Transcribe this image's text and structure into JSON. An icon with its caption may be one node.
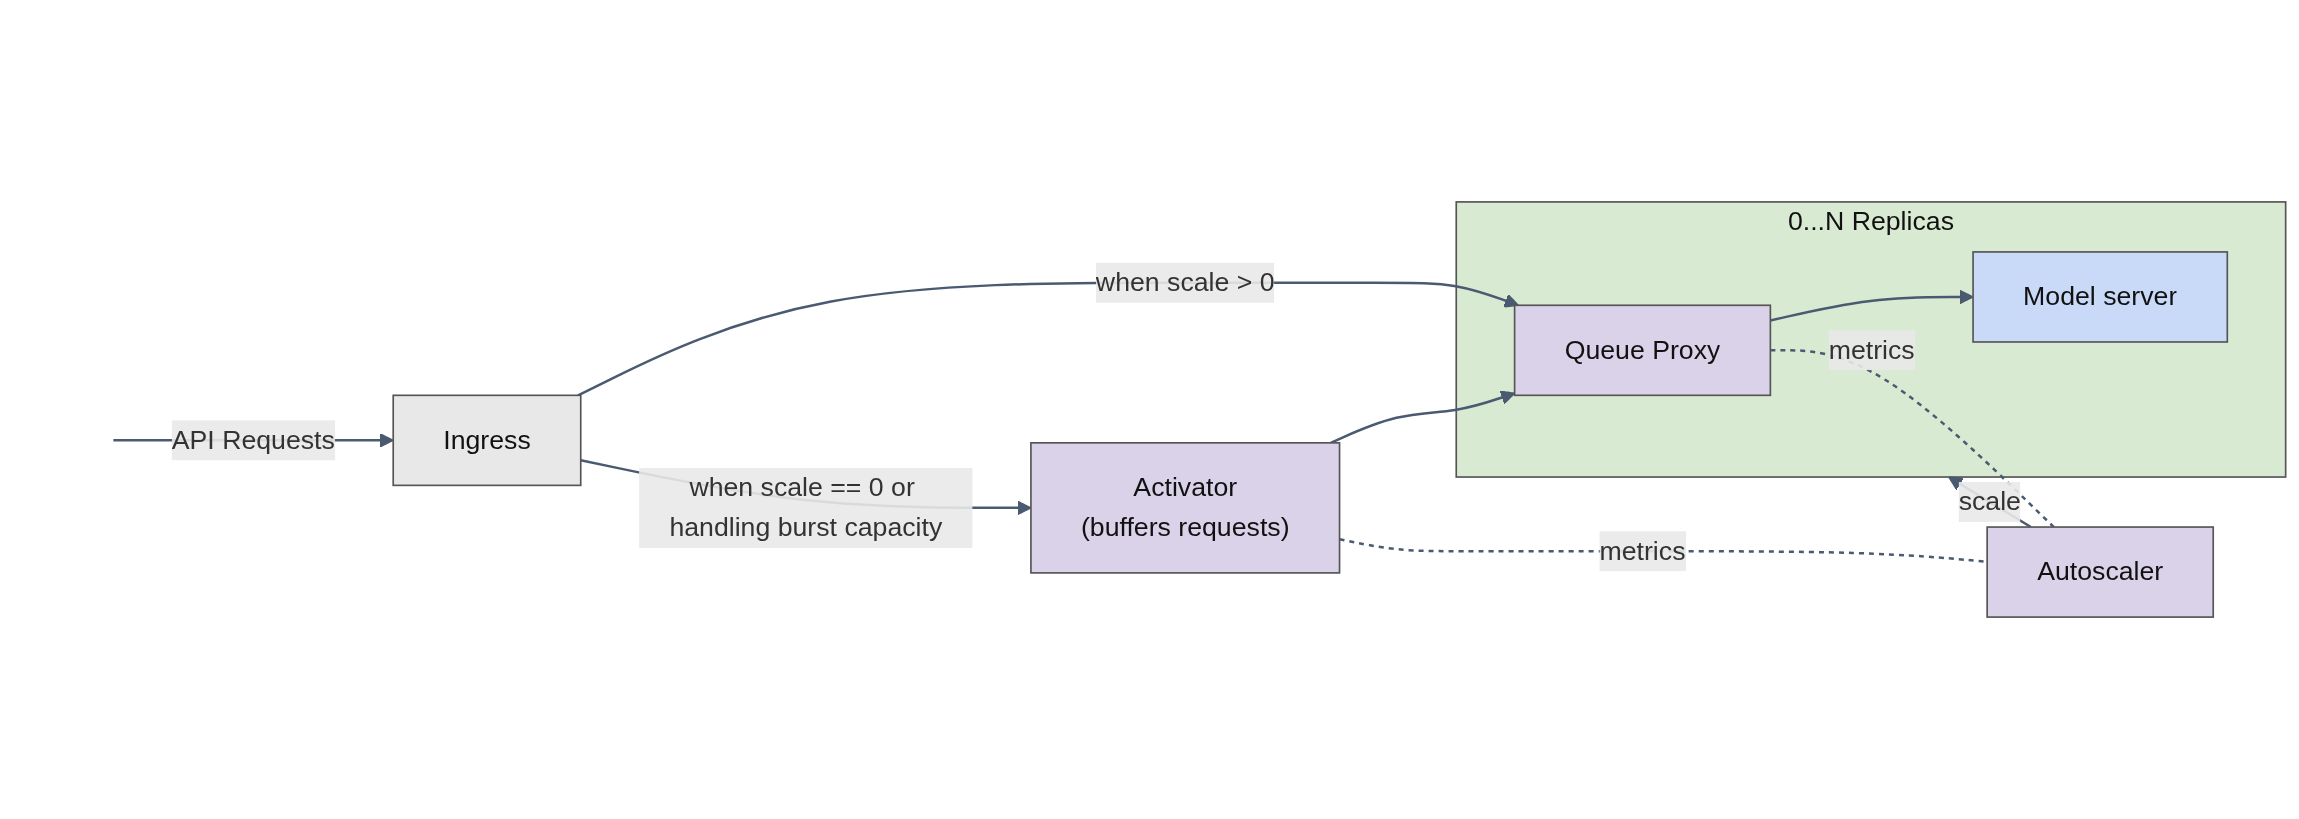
{
  "diagram": {
    "nodes": [
      {
        "text": [
          "Ingress"
        ]
      },
      {
        "text": [
          "0...N Replicas"
        ]
      },
      {
        "text": [
          "Activator",
          "(buffers requests)"
        ]
      },
      {
        "text": [
          "Queue Proxy"
        ],
        "in": 1
      },
      {
        "text": [
          "Model server"
        ],
        "in": 1
      },
      {
        "text": [
          "Autoscaler"
        ]
      }
    ],
    "edges": [
      {
        "from": null,
        "to": 0,
        "arrow": "to",
        "label": "API Requests"
      },
      {
        "from": 0,
        "to": 3,
        "arrow": "to",
        "label": "when scale > 0"
      },
      {
        "from": 0,
        "to": 2,
        "arrow": "to",
        "label": "when scale == 0 or handling burst capacity"
      },
      {
        "from": 2,
        "to": 3,
        "arrow": "to"
      },
      {
        "from": 3,
        "to": 4,
        "arrow": "to"
      },
      {
        "from": 2,
        "to": 5,
        "arrow": "none",
        "label": "metrics",
        "style": "dashed"
      },
      {
        "from": 3,
        "to": 5,
        "arrow": "none",
        "label": "metrics",
        "style": "dashed"
      },
      {
        "from": 5,
        "to": 1,
        "arrow": "to",
        "label": "scale"
      }
    ]
  }
}
